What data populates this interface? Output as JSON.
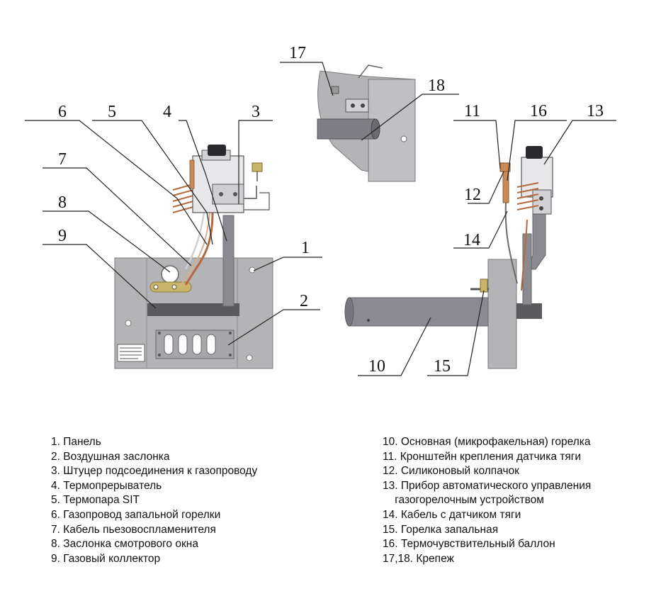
{
  "callouts": [
    "1",
    "2",
    "3",
    "4",
    "5",
    "6",
    "7",
    "8",
    "9",
    "10",
    "11",
    "12",
    "13",
    "14",
    "15",
    "16",
    "17",
    "18"
  ],
  "legend_left": [
    "1. Панель",
    "2. Воздушная заслонка",
    "3. Штуцер подсоединения к газопроводу",
    "4. Термопрерыватель",
    "5. Термопара SIT",
    "6. Газопровод запальной горелки",
    "7. Кабель пьезовоспламенителя",
    "8. Заслонка смотрового окна",
    "9. Газовый коллектор"
  ],
  "legend_right": [
    "10. Основная (микрофакельная) горелка",
    "11. Кронштейн крепления датчика тяги",
    "12. Силиконовый колпачок",
    "13. Прибор автоматического управления",
    "    газогорелочным устройством",
    "14. Кабель с датчиком тяги",
    "15. Горелка запальная",
    "16. Термочувствительный баллон",
    "17,18. Крепеж"
  ],
  "colors": {
    "panel": "#b4b4b6",
    "panel_dark": "#8d8d90",
    "pipe": "#8a8a90",
    "copper": "#c98a5a",
    "brass": "#c8b46a",
    "line": "#222222"
  }
}
